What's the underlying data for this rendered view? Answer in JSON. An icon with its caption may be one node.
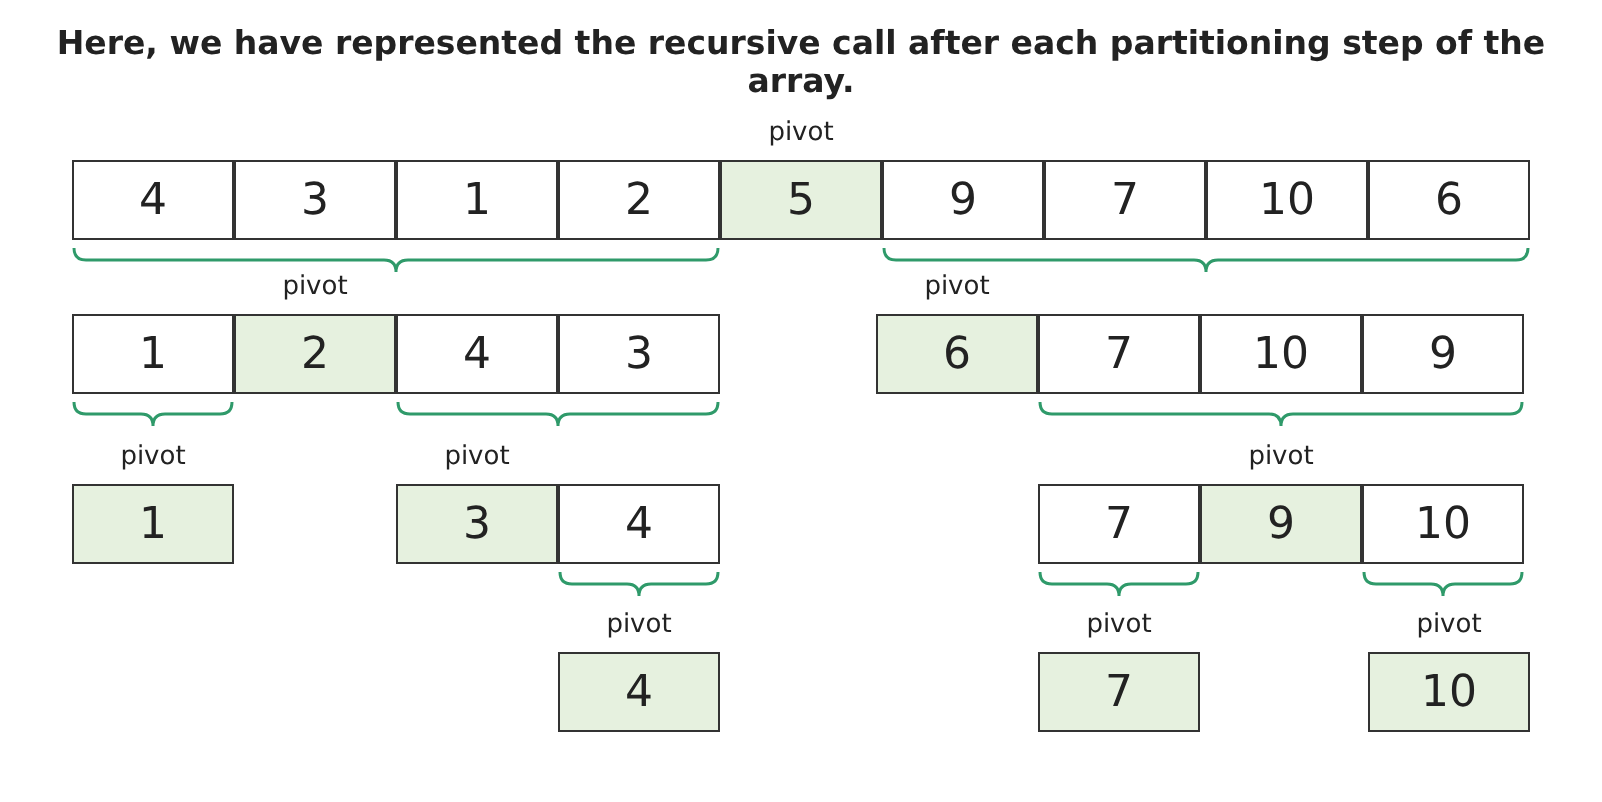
{
  "diagram": {
    "title": "Here, we have represented the recursive call after each partitioning step of the array.",
    "nodes": [
      {
        "text": [
          "4"
        ]
      },
      {
        "text": [
          "3"
        ]
      },
      {
        "text": [
          "1"
        ]
      },
      {
        "text": [
          "2"
        ]
      },
      {
        "text": [
          "5"
        ],
        "beside": [
          "pivot"
        ]
      },
      {
        "text": [
          "9"
        ]
      },
      {
        "text": [
          "7"
        ]
      },
      {
        "text": [
          "10"
        ]
      },
      {
        "text": [
          "6"
        ]
      },
      {
        "text": [
          "1"
        ]
      },
      {
        "text": [
          "2"
        ],
        "beside": [
          "pivot"
        ]
      },
      {
        "text": [
          "4"
        ]
      },
      {
        "text": [
          "3"
        ]
      },
      {
        "text": [
          "6"
        ],
        "beside": [
          "pivot"
        ]
      },
      {
        "text": [
          "7"
        ]
      },
      {
        "text": [
          "10"
        ]
      },
      {
        "text": [
          "9"
        ]
      },
      {
        "text": [
          "1"
        ],
        "beside": [
          "pivot"
        ]
      },
      {
        "text": [
          "3"
        ],
        "beside": [
          "pivot"
        ]
      },
      {
        "text": [
          "4"
        ]
      },
      {
        "text": [
          "7"
        ]
      },
      {
        "text": [
          "9"
        ],
        "beside": [
          "pivot"
        ]
      },
      {
        "text": [
          "10"
        ]
      },
      {
        "text": [
          "4"
        ],
        "beside": [
          "pivot"
        ]
      },
      {
        "text": [
          "7"
        ],
        "beside": [
          "pivot"
        ]
      },
      {
        "text": [
          "10"
        ],
        "beside": [
          "pivot"
        ]
      }
    ]
  }
}
